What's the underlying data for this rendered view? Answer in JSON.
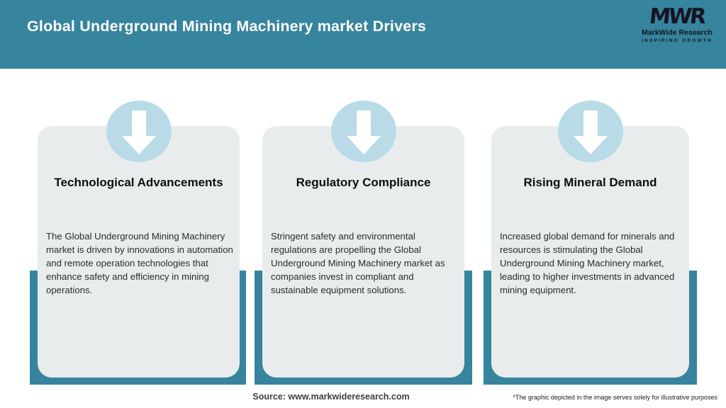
{
  "header": {
    "title": "Global Underground Mining Machinery market Drivers"
  },
  "logo": {
    "monogram": "MWR",
    "name": "MarkWide Research",
    "tagline": "INSPIRING GROWTH"
  },
  "cards": [
    {
      "icon": "arrow-down-icon",
      "title": "Technological Advancements",
      "body": "The Global Underground Mining Machinery market is driven by innovations in automation and remote operation technologies that enhance safety and efficiency in mining operations."
    },
    {
      "icon": "arrow-down-icon",
      "title": "Regulatory Compliance",
      "body": "Stringent safety and environmental regulations are propelling the Global Underground Mining Machinery market as companies invest in compliant and sustainable equipment solutions."
    },
    {
      "icon": "arrow-down-icon",
      "title": "Rising Mineral Demand",
      "body": "Increased global demand for minerals and resources is stimulating the Global Underground Mining Machinery market, leading to higher investments in advanced mining equipment."
    }
  ],
  "footer": {
    "source": "Source: www.markwideresearch.com",
    "disclaimer": "*The graphic depicted in the image serves solely for illustrative purposes"
  },
  "colors": {
    "accent_teal": "#36849e",
    "card_background": "#e9eced",
    "circle_blue": "#b9dbe8",
    "arrow_white": "#ffffff"
  }
}
